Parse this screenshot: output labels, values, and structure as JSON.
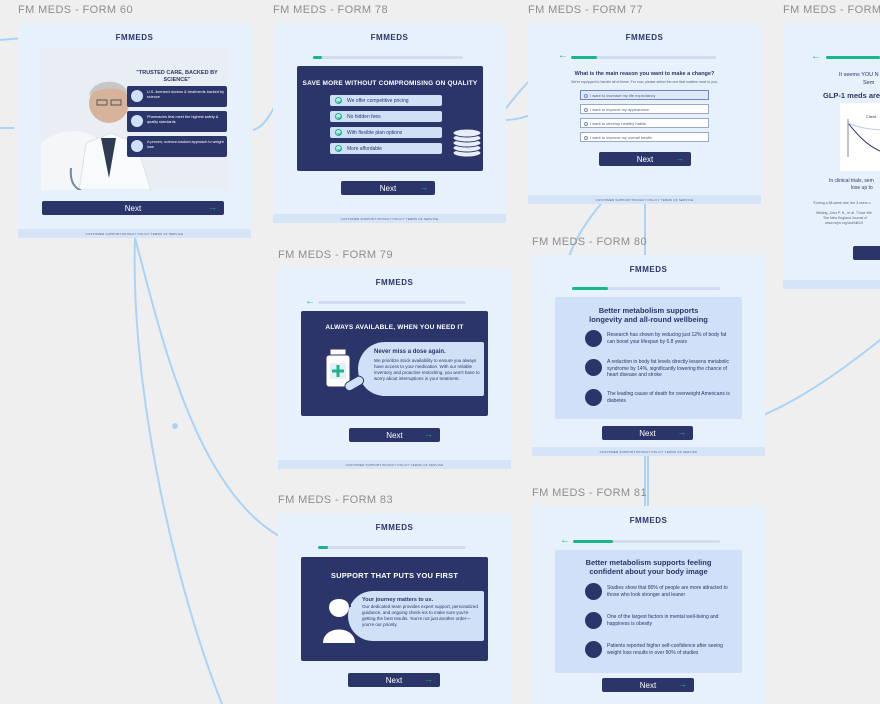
{
  "brand": {
    "logo_fm": "FM",
    "logo_meds": "MEDS"
  },
  "footer_text": "CUSTOMER SUPPORT   PRIVACY POLICY   TERMS OF SERVICE",
  "labels": {
    "f60": "FM MEDS - FORM 60",
    "f78": "FM MEDS - FORM 78",
    "f77": "FM MEDS - FORM 77",
    "fx": "FM MEDS - FORM",
    "f79": "FM MEDS - FORM 79",
    "f80": "FM MEDS - FORM 80",
    "f83": "FM MEDS - FORM 83",
    "f81": "FM MEDS - FORM 81"
  },
  "next_label": "Next",
  "f60": {
    "quote": "\"TRUSTED CARE, BACKED BY SCIENCE\"",
    "items": [
      "U.S.-licensed doctors & treatments backed by science",
      "Pharmacies that meet the highest safety & quality standards",
      "A proven, science-backed approach to weight loss"
    ]
  },
  "f78": {
    "title": "SAVE MORE WITHOUT COMPROMISING ON QUALITY",
    "items": [
      "We offer competitive pricing",
      "No hidden fees",
      "With flexible plan options",
      "More affordable"
    ]
  },
  "f77": {
    "question": "What is the main reason you want to make a change?",
    "hint": "We're equipped to handle all of these. For now, please select the one that matters most to you.",
    "options": [
      "I want to increase my life expectancy",
      "I want to improve my appearance",
      "I want to develop healthy habits",
      "I want to improve my overall health"
    ]
  },
  "fx": {
    "line1": "It seems YOU N",
    "line2": "Sem",
    "heading": "GLP-1 meds are",
    "chart_label": "Client",
    "body1": "In clinical trials, sem",
    "body2": "lose up to",
    "foot1": "*During a 68-week trial, the 3 users o",
    "foot2": "Wilding, John P. H., et al. \"Once-We",
    "foot3": "The New England Journal of",
    "foot4": "www.nejm.org/doi/full/10"
  },
  "f79": {
    "title": "ALWAYS AVAILABLE, WHEN YOU NEED IT",
    "subtitle": "Never miss a dose again.",
    "body": "We prioritize stock availability to ensure you always have access to your medication. With our reliable inventory and proactive restocking, you won't have to worry about interruptions in your treatment."
  },
  "f80": {
    "title": "Better metabolism supports longevity and all-round wellbeing",
    "rows": [
      "Research has shown by reducing just 12% of body fat can boost your lifespan by 6.8 years",
      "A reduction in body fat levels directly lessens metabolic syndrome by 14%, significantly lowering the chance of heart disease and stroke",
      "The leading cause of death for overweight Americans is diabetes"
    ]
  },
  "f83": {
    "title": "SUPPORT THAT PUTS YOU FIRST",
    "subtitle": "Your journey matters to us.",
    "body": "Our dedicated team provides expert support, personalized guidance, and ongoing check-ins to make sure you're getting the best results. You're not just another order—you're our priority."
  },
  "f81": {
    "title": "Better metabolism supports feeling confident about your body image",
    "rows": [
      "Studies show that 80% of people are more attracted to those who look stronger and leaner",
      "One of the largest factors in mental well-being and happiness is obesity",
      "Patients reported higher self-confidence after seeing weight loss results in over 90% of studies"
    ]
  },
  "colors": {
    "navy": "#2c3569",
    "green": "#19b787",
    "light": "#e7f1fc",
    "connector": "#a9d4f7"
  }
}
